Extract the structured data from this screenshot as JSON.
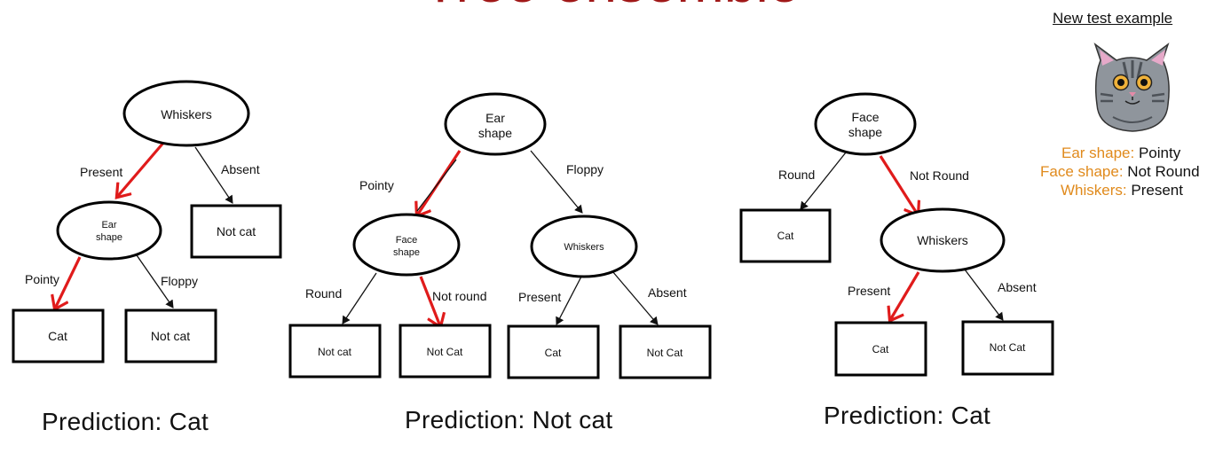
{
  "title": "Tree ensemble",
  "new_test": {
    "heading": "New test example",
    "features": [
      {
        "key": "Ear shape:",
        "value": "Pointy"
      },
      {
        "key": "Face shape:",
        "value": "Not Round"
      },
      {
        "key": "Whiskers:",
        "value": "Present"
      }
    ]
  },
  "trees": [
    {
      "root": "Whiskers",
      "left_edge": "Present",
      "right_edge": "Absent",
      "right_leaf": "Not cat",
      "child": "Ear shape",
      "child_left_edge": "Pointy",
      "child_right_edge": "Floppy",
      "leaf_1": "Cat",
      "leaf_2": "Not cat",
      "prediction": "Prediction: Cat"
    },
    {
      "root": "Ear shape",
      "left_edge": "Pointy",
      "right_edge": "Floppy",
      "left_child": "Face shape",
      "right_child": "Whiskers",
      "ll_edge": "Round",
      "lr_edge": "Not round",
      "rl_edge": "Present",
      "rr_edge": "Absent",
      "leaf_1": "Not cat",
      "leaf_2": "Not Cat",
      "leaf_3": "Cat",
      "leaf_4": "Not Cat",
      "prediction": "Prediction: Not cat"
    },
    {
      "root": "Face shape",
      "left_edge": "Round",
      "right_edge": "Not Round",
      "left_leaf": "Cat",
      "child": "Whiskers",
      "child_left_edge": "Present",
      "child_right_edge": "Absent",
      "leaf_1": "Cat",
      "leaf_2": "Not Cat",
      "prediction": "Prediction: Cat"
    }
  ]
}
